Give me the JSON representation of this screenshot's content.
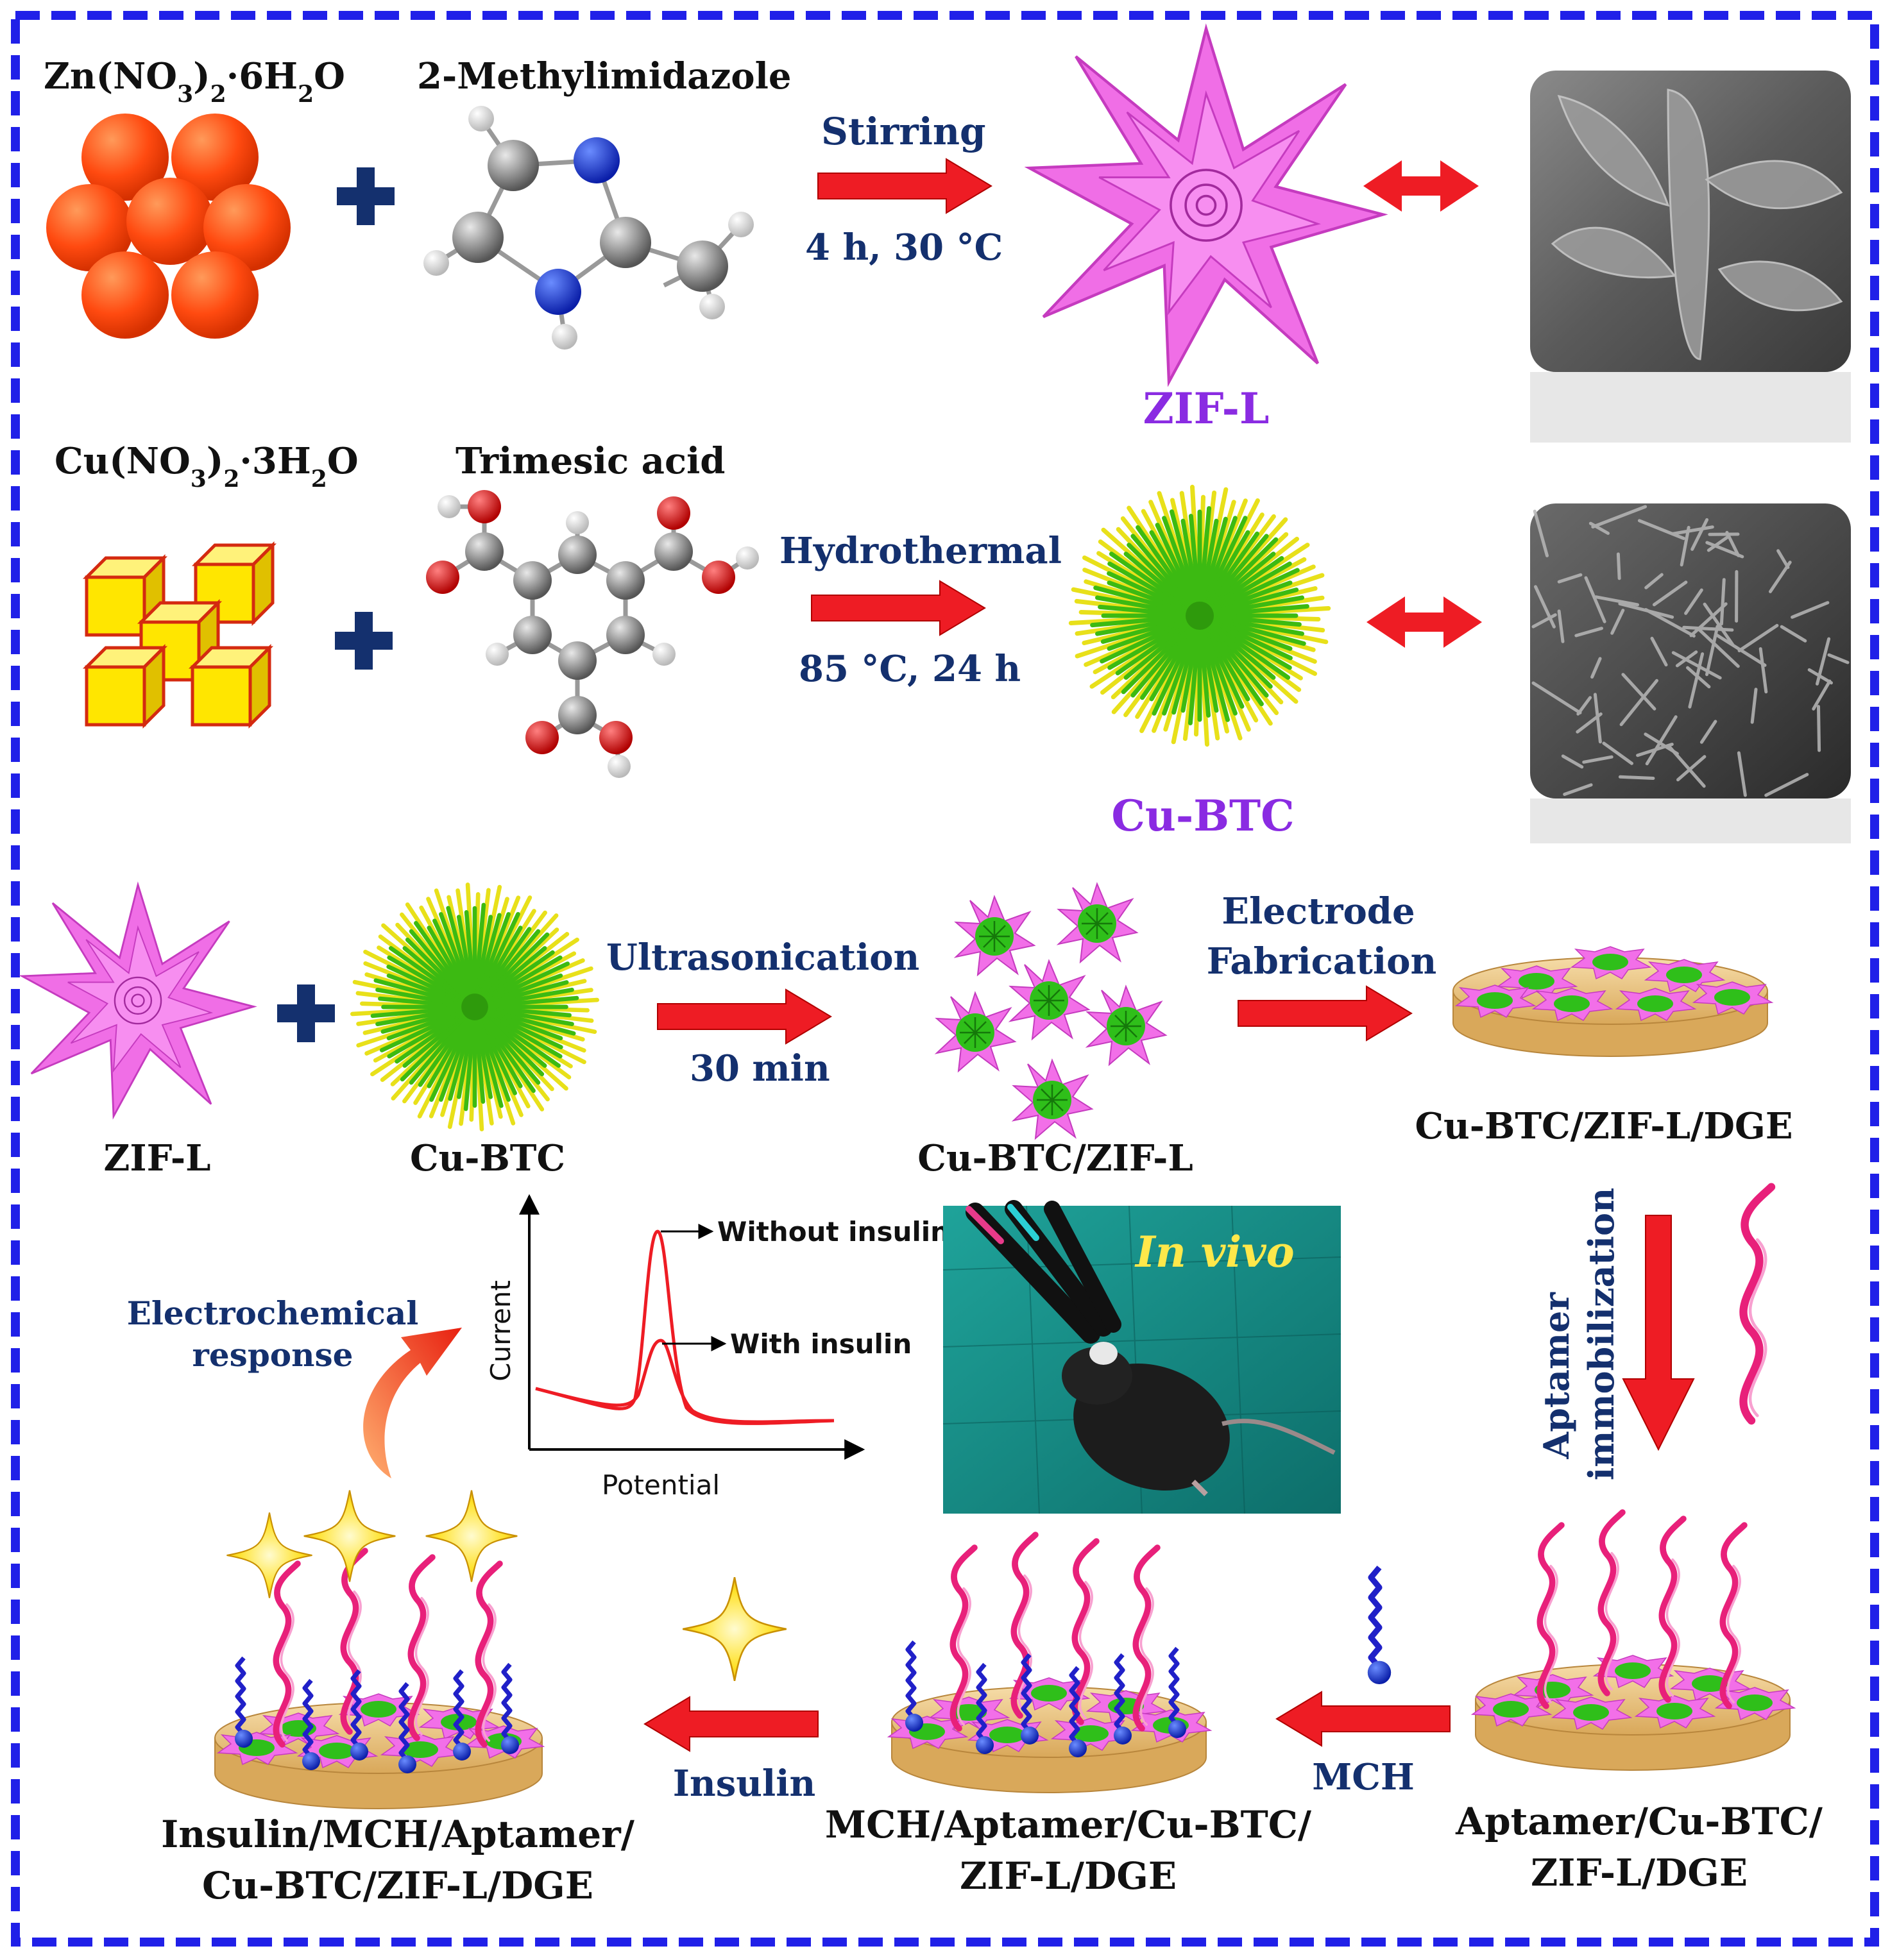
{
  "colors": {
    "border": "#2020e8",
    "arrow": "#ee1c24",
    "process_text": "#14306e",
    "product_text": "#8a2be2",
    "zif_pink": "#f06ee6",
    "cubtc_green": "#3cba12",
    "cubtc_yellow": "#e8e01a",
    "zn_orange": "#ff4a10",
    "cu_yellow": "#ffe600",
    "electrode_gold": "#ecc98c",
    "aptamer_pink": "#e8207a",
    "mch_blue": "#2020c8",
    "insulin_star": "#ffe22a"
  },
  "row1": {
    "reagent1": "Zn(NO3)2·6H2O",
    "reagent2": "2-Methylimidazole",
    "process_top": "Stirring",
    "process_bottom": "4 h, 30 °C",
    "product": "ZIF-L"
  },
  "row2": {
    "reagent1": "Cu(NO3)2·3H2O",
    "reagent2": "Trimesic acid",
    "process_top": "Hydrothermal",
    "process_bottom": "85 °C, 24 h",
    "product": "Cu-BTC"
  },
  "row3": {
    "label1": "ZIF-L",
    "label2": "Cu-BTC",
    "process_top": "Ultrasonication",
    "process_bottom": "30 min",
    "composite": "Cu-BTC/ZIF-L",
    "process2_line1": "Electrode",
    "process2_line2": "Fabrication",
    "electrode": "Cu-BTC/ZIF-L/DGE"
  },
  "aptamer_step": {
    "line1": "Aptamer",
    "line2": "immobilization"
  },
  "graph": {
    "ylabel": "Current",
    "xlabel": "Potential",
    "label_without": "Without insulin",
    "label_with": "With insulin"
  },
  "response": {
    "line1": "Electrochemical",
    "line2": "response"
  },
  "photo": {
    "label": "In vivo"
  },
  "bottom": {
    "aptamer_electrode_line1": "Aptamer/Cu-BTC/",
    "aptamer_electrode_line2": "ZIF-L/DGE",
    "mch_step": "MCH",
    "mch_electrode_line1": "MCH/Aptamer/Cu-BTC/",
    "mch_electrode_line2": "ZIF-L/DGE",
    "insulin_step": "Insulin",
    "insulin_electrode_line1": "Insulin/MCH/Aptamer/",
    "insulin_electrode_line2": "Cu-BTC/ZIF-L/DGE"
  }
}
